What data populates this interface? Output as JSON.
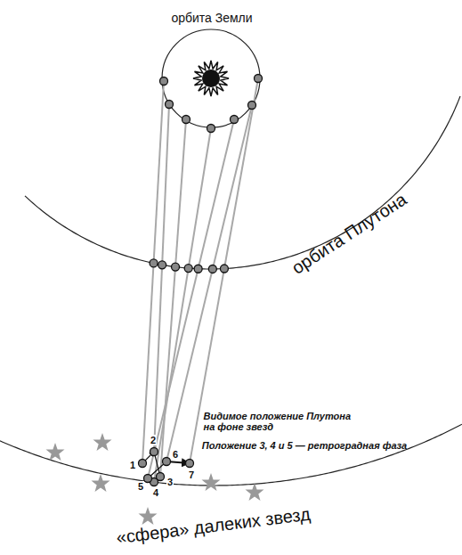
{
  "diagram": {
    "labels": [
      "орбита Земли",
      "орбита Плутона",
      "Видимое положение Плутона на фоне звезд",
      "Положение 3, 4 и 5 — ретроградная фаза",
      "«сфера» далеких звезд",
      "1",
      "2",
      "3",
      "4",
      "5",
      "6",
      "7"
    ]
  }
}
